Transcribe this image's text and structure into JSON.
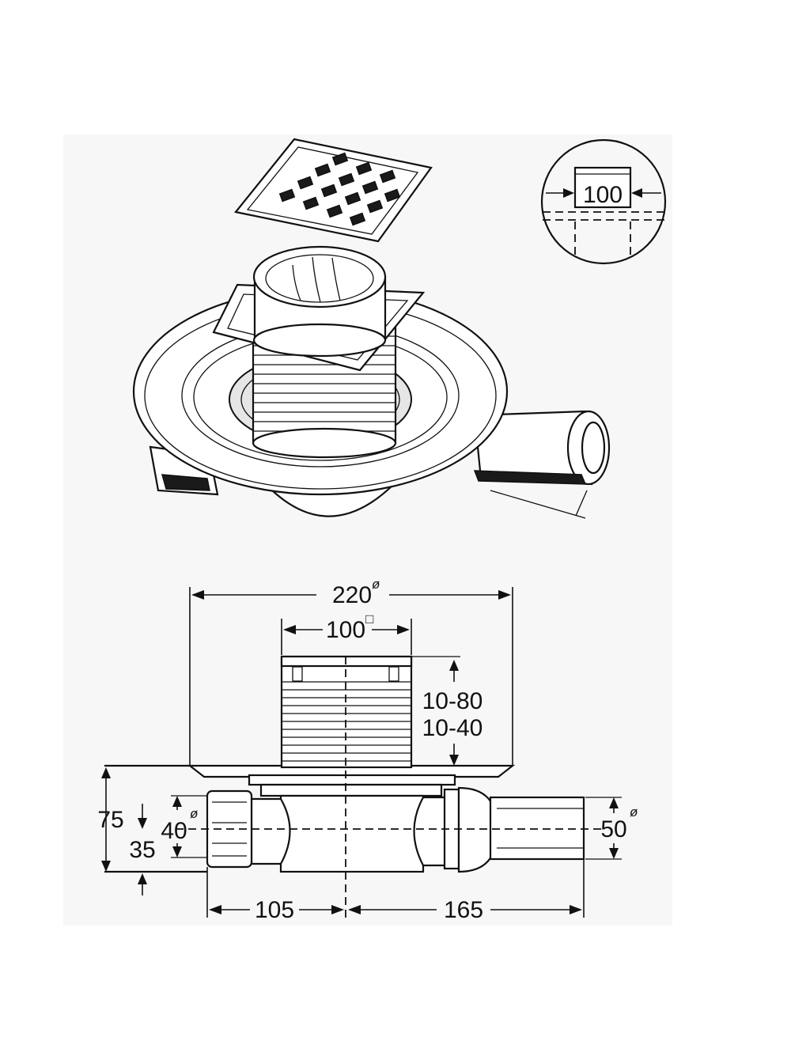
{
  "dimensions": {
    "outer_diameter": "220",
    "grate_size": "100",
    "height_range_1": "10-80",
    "height_range_2": "10-40",
    "overall_height": "75",
    "inlet_diameter": "40",
    "inlet_height": "35",
    "outlet_diameter": "50",
    "left_length": "105",
    "right_length": "165",
    "detail_width": "100"
  },
  "symbols": {
    "diameter": "ø",
    "square": "□"
  }
}
